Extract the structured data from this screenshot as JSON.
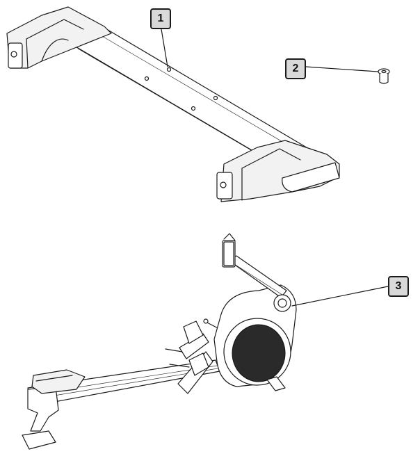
{
  "callouts": [
    {
      "id": "1",
      "label": "1"
    },
    {
      "id": "2",
      "label": "2"
    },
    {
      "id": "3",
      "label": "3"
    }
  ],
  "colors": {
    "line": "#1a1a1a",
    "callout_fill": "#d9d9d9",
    "background": "#ffffff"
  },
  "parts": [
    "rear-stabilizer-beam",
    "flat-head-bolt",
    "rowing-machine-frame"
  ]
}
